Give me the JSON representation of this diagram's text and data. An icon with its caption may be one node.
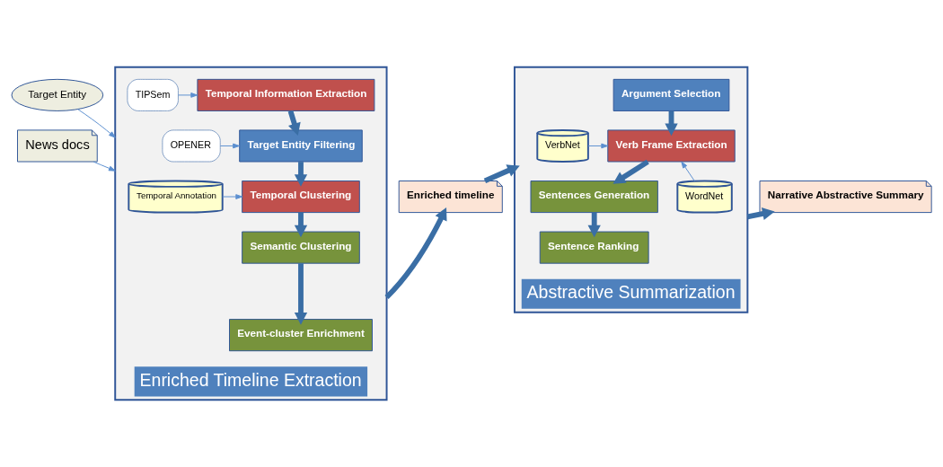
{
  "diagram": {
    "nodes": [
      {
        "text": [
          "Enriched Timeline Extraction"
        ]
      },
      {
        "text": [
          "TIPSem"
        ],
        "in": 0
      },
      {
        "text": [
          "Temporal Information Extraction"
        ],
        "in": 0
      },
      {
        "text": [
          "OPENER"
        ],
        "in": 0
      },
      {
        "text": [
          "Target Entity Filtering"
        ],
        "in": 0
      },
      {
        "text": [
          "Temporal Annotation"
        ],
        "in": 0
      },
      {
        "text": [
          "Temporal Clustering"
        ],
        "in": 0
      },
      {
        "text": [
          "Semantic Clustering"
        ],
        "in": 0
      },
      {
        "text": [
          "Event-cluster Enrichment"
        ],
        "in": 0
      },
      {
        "text": [
          "Target Entity"
        ]
      },
      {
        "text": [
          "News docs"
        ]
      },
      {
        "text": [
          "Enriched timeline"
        ]
      },
      {
        "text": [
          "Abstractive Summarization"
        ]
      },
      {
        "text": [
          "Argument Selection"
        ],
        "in": 12
      },
      {
        "text": [
          "Verb Frame Extraction"
        ],
        "in": 12
      },
      {
        "text": [
          "VerbNet"
        ],
        "in": 12
      },
      {
        "text": [
          "WordNet"
        ],
        "in": 12
      },
      {
        "text": [
          "Sentences Generation"
        ],
        "in": 12
      },
      {
        "text": [
          "Sentence Ranking"
        ],
        "in": 12
      },
      {
        "text": [
          "Narrative Abstractive Summary"
        ]
      }
    ],
    "edges": [
      {
        "from": 1,
        "to": 2,
        "arrow": "to",
        "color": "#5b8fd0"
      },
      {
        "from": 2,
        "to": 4,
        "arrow": "to"
      },
      {
        "from": 3,
        "to": 4,
        "arrow": "to",
        "color": "#5b8fd0"
      },
      {
        "from": 4,
        "to": 6,
        "arrow": "to"
      },
      {
        "from": 5,
        "to": 6,
        "arrow": "to",
        "color": "#5b8fd0"
      },
      {
        "from": 6,
        "to": 7,
        "arrow": "to"
      },
      {
        "from": 7,
        "to": 8,
        "arrow": "to"
      },
      {
        "from": 9,
        "to": 0,
        "arrow": "to",
        "color": "#5b8fd0"
      },
      {
        "from": 10,
        "to": 0,
        "arrow": "to",
        "color": "#5b8fd0"
      },
      {
        "from": 0,
        "to": 11,
        "arrow": "to"
      },
      {
        "from": 11,
        "to": 12,
        "arrow": "to"
      },
      {
        "from": 13,
        "to": 14,
        "arrow": "to"
      },
      {
        "from": 15,
        "to": 14,
        "arrow": "to",
        "color": "#5b8fd0"
      },
      {
        "from": 16,
        "to": 14,
        "arrow": "to",
        "color": "#5b8fd0"
      },
      {
        "from": 14,
        "to": 17,
        "arrow": "to"
      },
      {
        "from": 17,
        "to": 18,
        "arrow": "to"
      },
      {
        "from": 12,
        "to": 19,
        "arrow": "to"
      }
    ]
  }
}
